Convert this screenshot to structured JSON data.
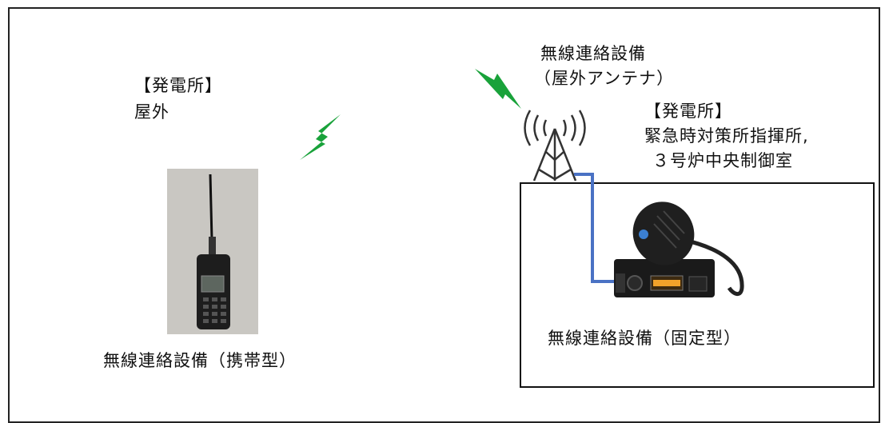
{
  "labels": {
    "antenna_name": "無線連絡設備",
    "antenna_sub": "（屋外アンテナ）",
    "left_bracket": "【発電所】",
    "left_place": "屋外",
    "right_bracket": "【発電所】",
    "right_place1": "緊急時対策所指揮所,",
    "right_place2": "３号炉中央制御室",
    "portable_caption": "無線連絡設備（携帯型）",
    "fixed_caption": "無線連絡設備（固定型）"
  },
  "colors": {
    "frame": "#222222",
    "lightning": "#19a23a",
    "cable": "#4a72c4",
    "tower": "#333333",
    "photo_bg": "#c9c7c2"
  },
  "icons": [
    "lightning-bolt-icon",
    "antenna-tower-icon",
    "handheld-radio-image",
    "mobile-radio-image"
  ]
}
